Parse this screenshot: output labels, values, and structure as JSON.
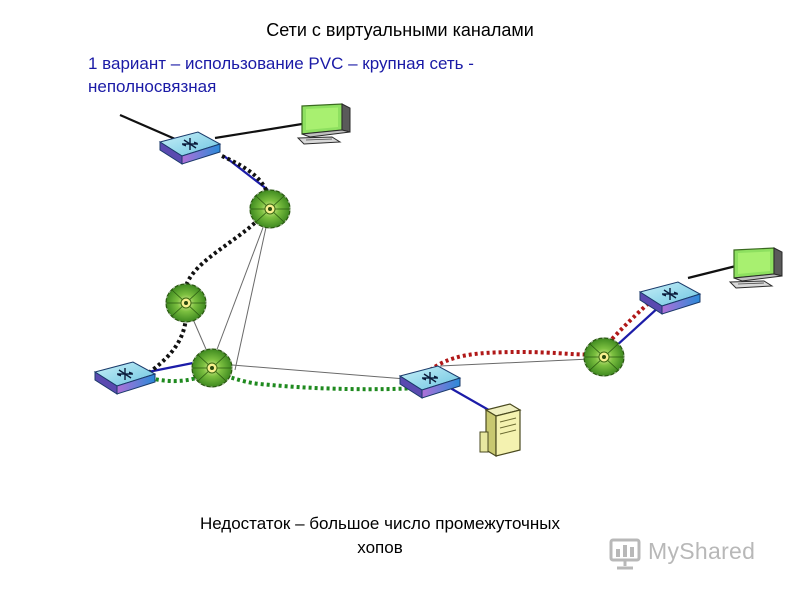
{
  "slide": {
    "title": "Сети с виртуальными каналами",
    "subtitle_lines": [
      "1 вариант – использование PVC – крупная сеть -",
      "неполносвязная"
    ],
    "caption_lines": [
      "Недостаток – большое число промежуточных",
      "хопов"
    ],
    "watermark": "MyShared"
  },
  "colors": {
    "subtitle": "#1a1aa6",
    "switch_top": "#7fd0e8",
    "switch_side": "#3a7fd6",
    "node_green": "#5aa02c",
    "link_blue": "#1c1ca8",
    "path_black": "#000000",
    "path_green": "#1f8a1f",
    "path_red": "#b01818",
    "thin_line": "#666666"
  },
  "icons": [
    "switch-icon",
    "network-node-icon",
    "computer-icon",
    "server-icon",
    "myshared-logo-icon"
  ]
}
